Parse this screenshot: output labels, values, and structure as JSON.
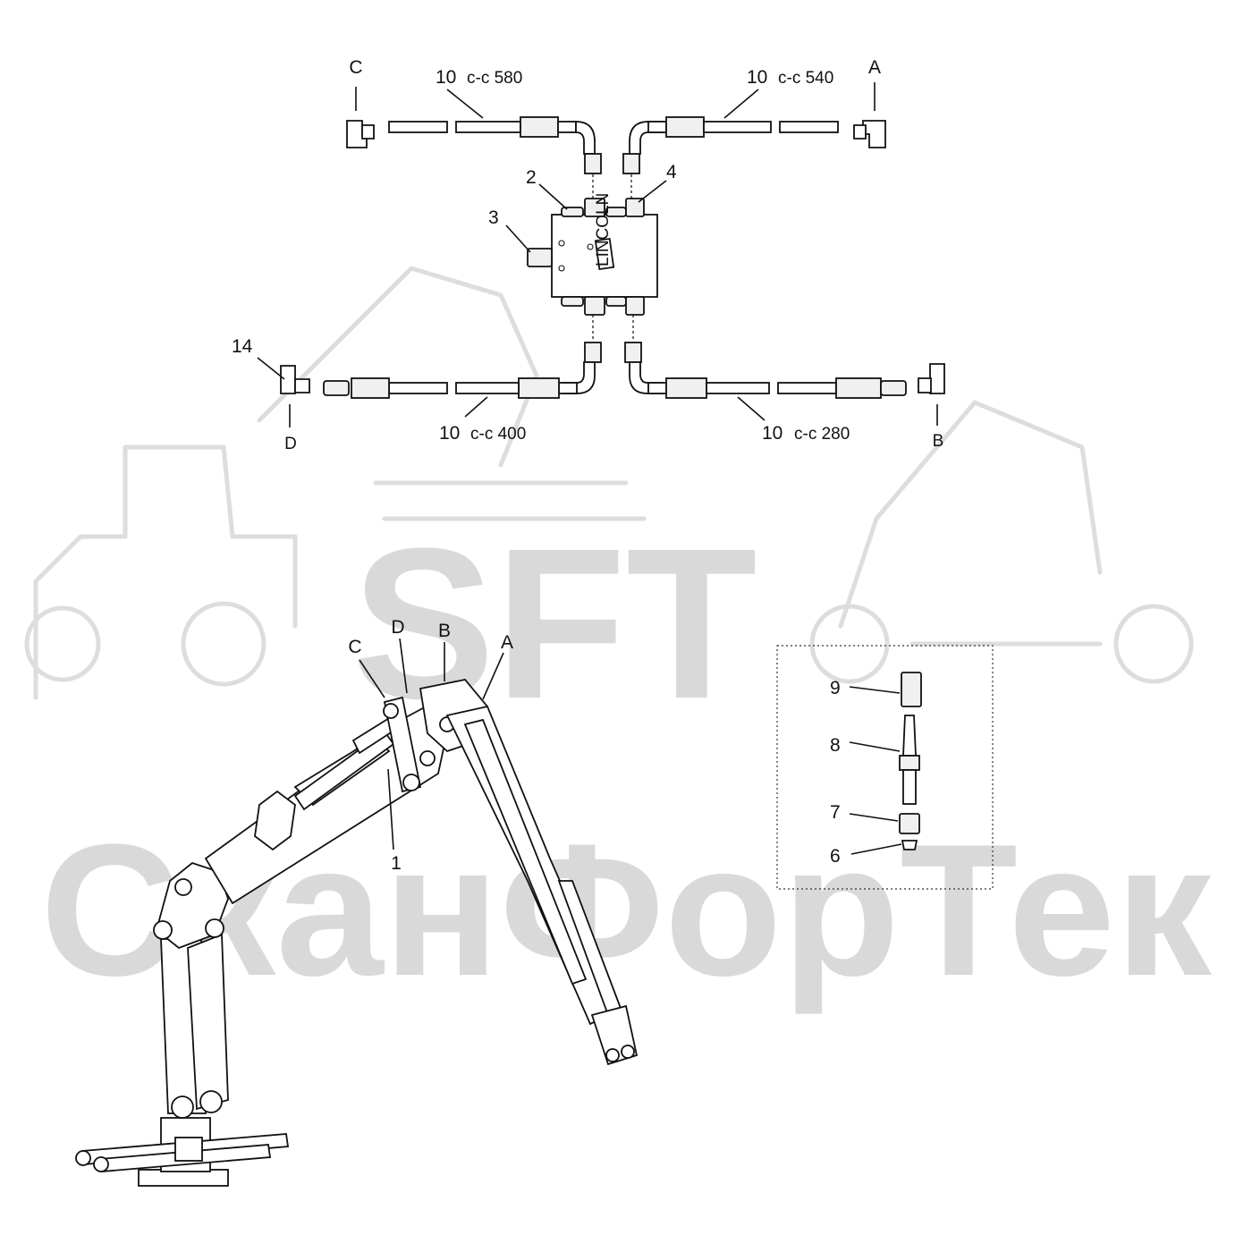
{
  "watermark": {
    "brand": "SFT",
    "name": "СканФорТек"
  },
  "hoses": [
    {
      "qty": "10",
      "cc": "с-с 580"
    },
    {
      "qty": "10",
      "cc": "с-с 540"
    },
    {
      "qty": "10",
      "cc": "с-с 400"
    },
    {
      "qty": "10",
      "cc": "с-с 280"
    }
  ],
  "ports": {
    "a": "A",
    "b": "B",
    "c": "C",
    "d": "D"
  },
  "callouts": {
    "p1": "1",
    "p2": "2",
    "p3": "3",
    "p4": "4",
    "p6": "6",
    "p7": "7",
    "p8": "8",
    "p9": "9",
    "p14": "14"
  },
  "distributor_brand": "LINCOLN"
}
